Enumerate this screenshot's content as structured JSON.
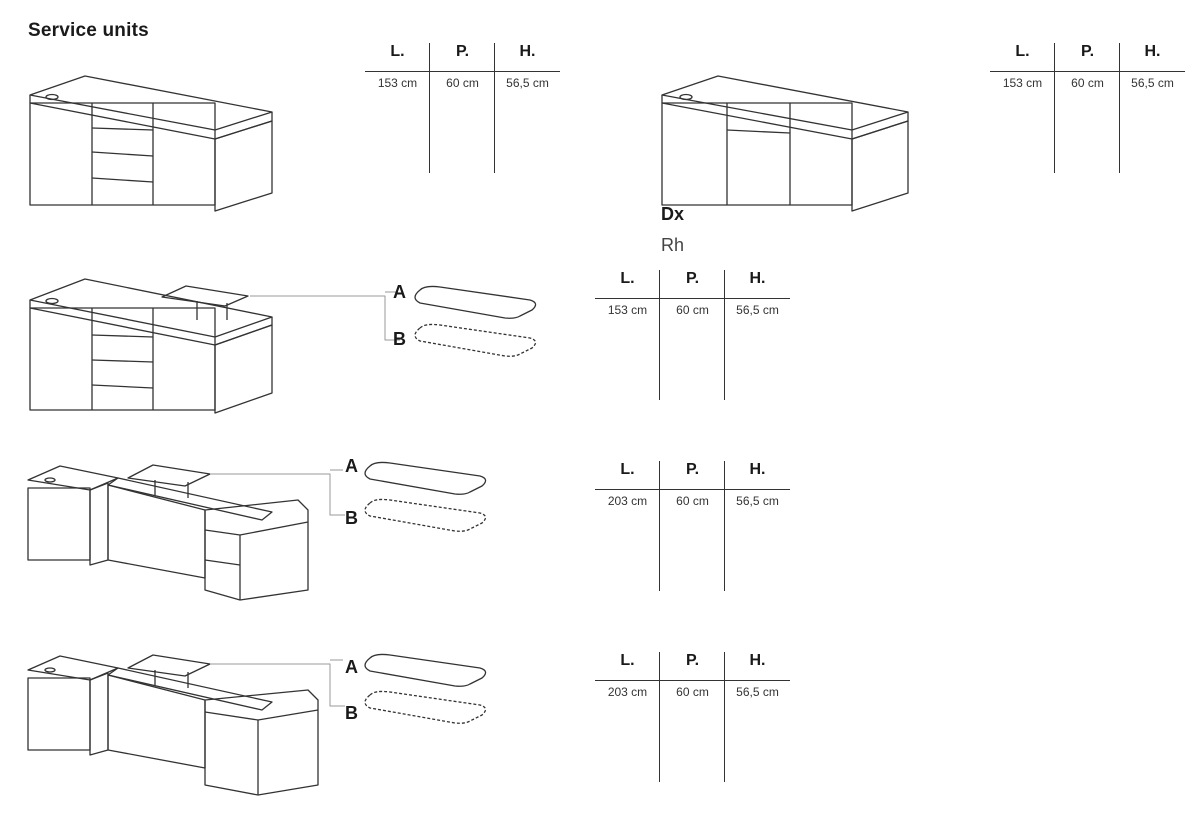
{
  "page": {
    "title": "Service units"
  },
  "headers": {
    "l": "L.",
    "p": "P.",
    "h": "H."
  },
  "units": [
    {
      "l": "153 cm",
      "p": "60 cm",
      "h": "56,5 cm"
    },
    {
      "l": "153 cm",
      "p": "60 cm",
      "h": "56,5 cm"
    },
    {
      "l": "153 cm",
      "p": "60 cm",
      "h": "56,5 cm"
    },
    {
      "l": "203 cm",
      "p": "60 cm",
      "h": "56,5 cm"
    },
    {
      "l": "203 cm",
      "p": "60 cm",
      "h": "56,5 cm"
    }
  ],
  "side": {
    "dx": "Dx",
    "rh": "Rh"
  },
  "options": {
    "a": "A",
    "b": "B"
  }
}
